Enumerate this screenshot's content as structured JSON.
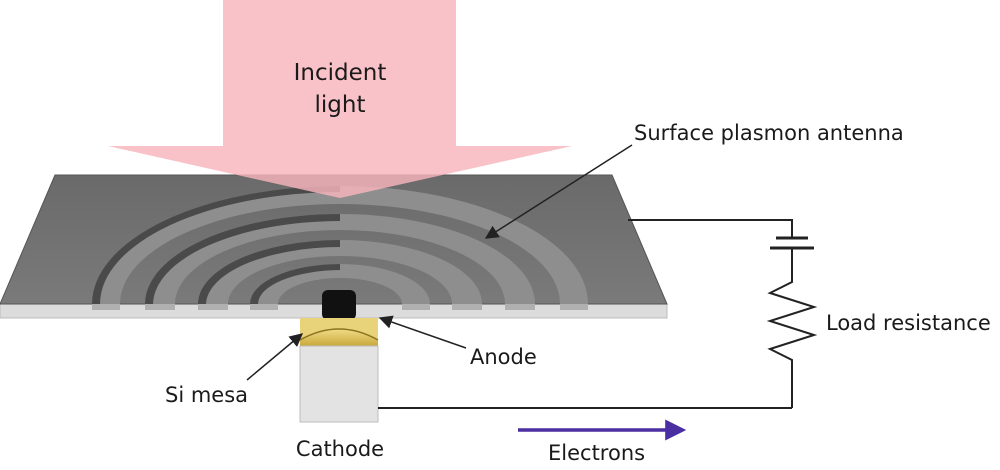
{
  "labels": {
    "incident_light_line1": "Incident",
    "incident_light_line2": "light",
    "antenna": "Surface plasmon antenna",
    "load_resistance": "Load resistance",
    "anode": "Anode",
    "si_mesa": "Si mesa",
    "cathode": "Cathode",
    "electrons": "Electrons"
  },
  "colors": {
    "light_beam": "#f7b4bc",
    "plate_top": "#6e6e6e",
    "plate_side": "#dcdcdc",
    "groove_light": "#9a9a9a",
    "groove_dark": "#4c4c4c",
    "mesa_gold": "#e3c866",
    "mesa_gold_dark": "#b5962e",
    "cathode_block": "#e3e3e3",
    "anode_tip": "#111111",
    "wire": "#222222",
    "electron_arrow": "#4b2fa2"
  }
}
